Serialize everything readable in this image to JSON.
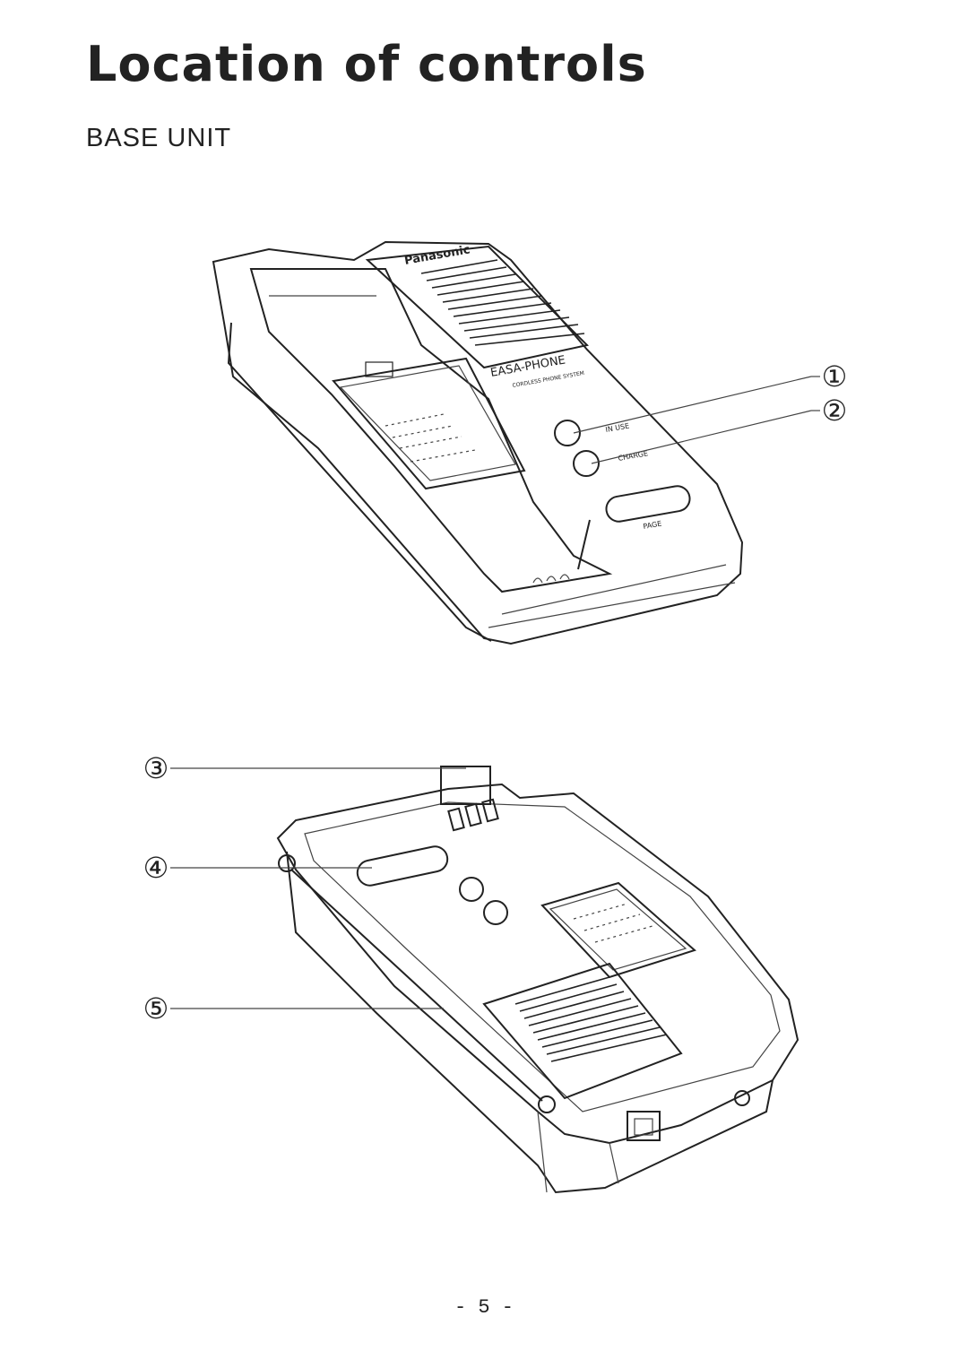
{
  "page": {
    "title": "Location of controls",
    "subtitle": "BASE UNIT",
    "page_number": "- 5 -"
  },
  "top_view": {
    "brand": "Panasonic",
    "model": "EASA-PHONE",
    "model_sub": "CORDLESS PHONE SYSTEM",
    "label_in_use": "IN USE",
    "label_charge": "CHARGE",
    "label_page": "PAGE"
  },
  "callouts": {
    "c1": "①",
    "c2": "②",
    "c3": "③",
    "c4": "④",
    "c5": "⑤"
  }
}
